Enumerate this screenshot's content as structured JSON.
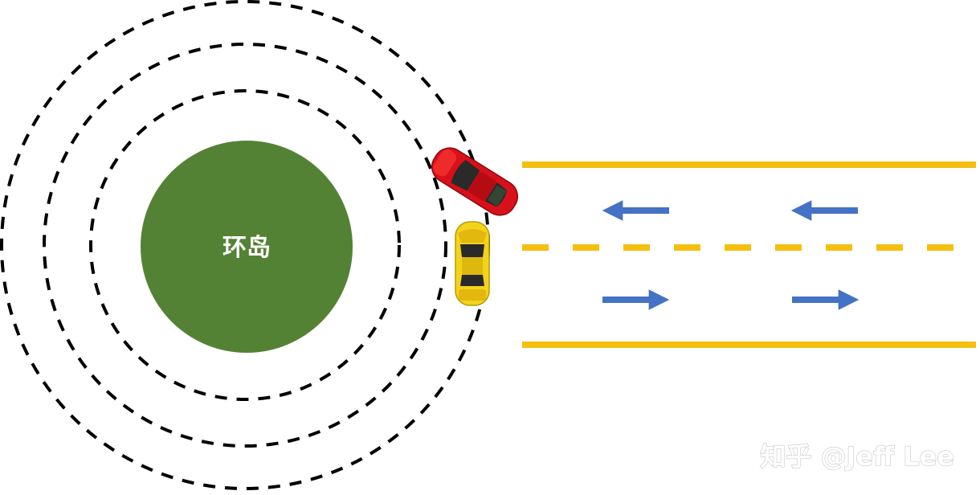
{
  "diagram": {
    "island_label": "环岛",
    "watermark": "知乎 @Jeff Lee",
    "colors": {
      "island": "#548235",
      "road_line": "#f5bf0f",
      "arrow": "#4472c4",
      "ring": "#000000",
      "red_car": "#d9101a",
      "yellow_car": "#f3d31a"
    },
    "arrows": {
      "top_lane": "left",
      "bottom_lane": "right"
    }
  }
}
